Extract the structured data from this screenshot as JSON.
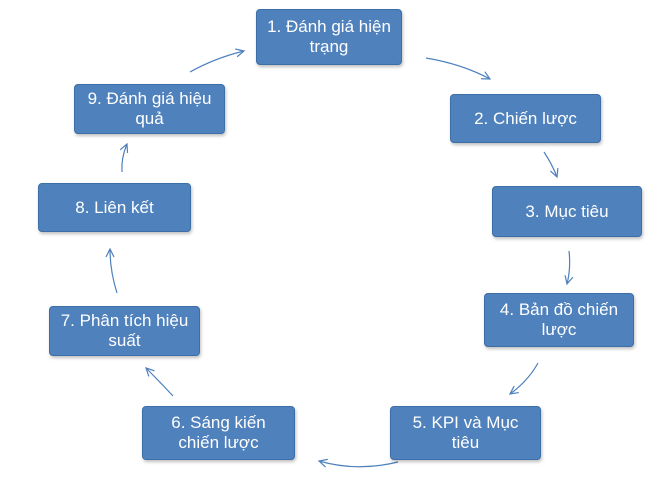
{
  "nodes": [
    {
      "id": "n1",
      "label": "1. Đánh giá hiện trạng"
    },
    {
      "id": "n2",
      "label": "2. Chiến lược"
    },
    {
      "id": "n3",
      "label": "3. Mục tiêu"
    },
    {
      "id": "n4",
      "label": "4. Bản đồ chiến lược"
    },
    {
      "id": "n5",
      "label": "5. KPI và Mục tiêu"
    },
    {
      "id": "n6",
      "label": "6. Sáng kiến chiến lược"
    },
    {
      "id": "n7",
      "label": "7. Phân tích hiệu suất"
    },
    {
      "id": "n8",
      "label": "8. Liên kết"
    },
    {
      "id": "n9",
      "label": "9. Đánh giá hiệu quả"
    }
  ],
  "colors": {
    "node_fill": "#4f81bd",
    "node_text": "#ffffff",
    "arrow": "#4f81bd"
  }
}
